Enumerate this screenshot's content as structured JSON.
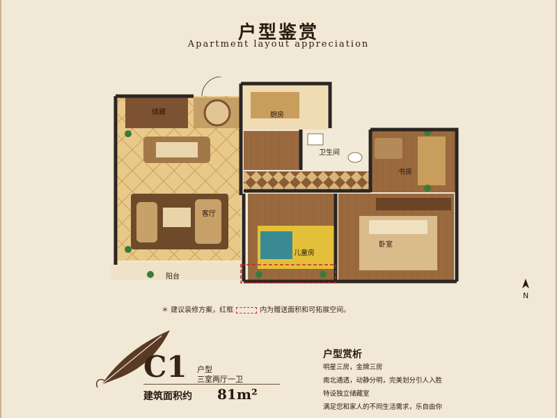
{
  "header": {
    "title": "户型鉴赏",
    "subtitle": "Apartment layout appreciation"
  },
  "floorplan": {
    "rooms": {
      "storage": "储藏",
      "kitchen": "厨房",
      "bathroom": "卫生间",
      "study": "书房",
      "living": "客厅",
      "kids": "儿童房",
      "bedroom": "卧室",
      "balcony": "阳台"
    },
    "compass": "N"
  },
  "note": {
    "prefix": "＊ 建议装修方案，红框",
    "suffix": "内为赠送面积和可拓展空间。"
  },
  "unit": {
    "code": "C1",
    "type_label": "户型",
    "rooms": "三室两厅一卫",
    "area_label": "建筑面积约",
    "area_value": "81m²"
  },
  "analysis": {
    "title": "户型赏析",
    "points": [
      "明星三房，金牌三房",
      "南北通透，动静分明，完美划分引人入胜",
      "特设独立储藏室",
      "满足您和家人的不同生活需求，乐自由你"
    ]
  },
  "colors": {
    "background": "#f1e8d6",
    "wall": "#2b2522",
    "wood_floor": "#9a6a3e",
    "tile_floor": "#e8c98a",
    "highlight_dash": "#c8202c"
  }
}
